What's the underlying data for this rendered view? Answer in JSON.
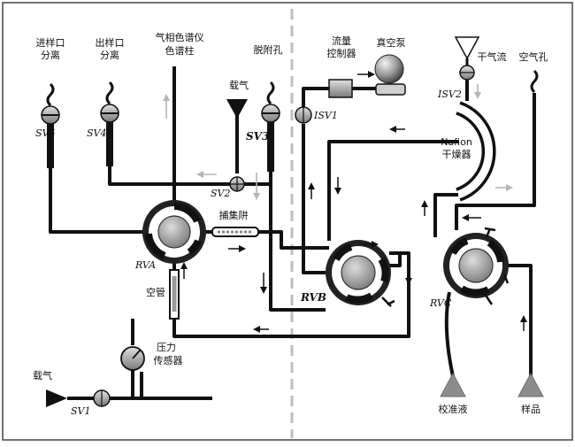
{
  "labels": {
    "inlet_split": [
      "进样口",
      "分离"
    ],
    "outlet_split": [
      "出样口",
      "分离"
    ],
    "gc_column": [
      "气相色谱仪",
      "色谱柱"
    ],
    "desorb_hole": "脱附孔",
    "carrier_gas_top": "载气",
    "flow_controller": [
      "流量",
      "控制器"
    ],
    "vacuum_pump": "真空泵",
    "dry_gas": "干气流",
    "air_hole": "空气孔",
    "nafion": [
      "Nafion",
      "干燥器"
    ],
    "enrichment_trap": "捕集阱",
    "empty_tube": "空管",
    "pressure_sensor": [
      "压力",
      "传感器"
    ],
    "carrier_gas_bottom": "载气",
    "calibration_liquid": "校准液",
    "sample": "样品"
  },
  "valves": {
    "sv1": "SV1",
    "sv2": "SV2",
    "sv3": "SV3",
    "sv4": "SV4",
    "sv5": "SV5",
    "isv1": "ISV1",
    "isv2": "ISV2",
    "rva": "RVA",
    "rvb": "RVB",
    "rvc": "RVC"
  },
  "colors": {
    "line": "#111111",
    "flow_arrow_gray": "#b5b5b5",
    "valve_gray": "#8f8f8f",
    "triangle_gray": "#8c8c8c"
  }
}
